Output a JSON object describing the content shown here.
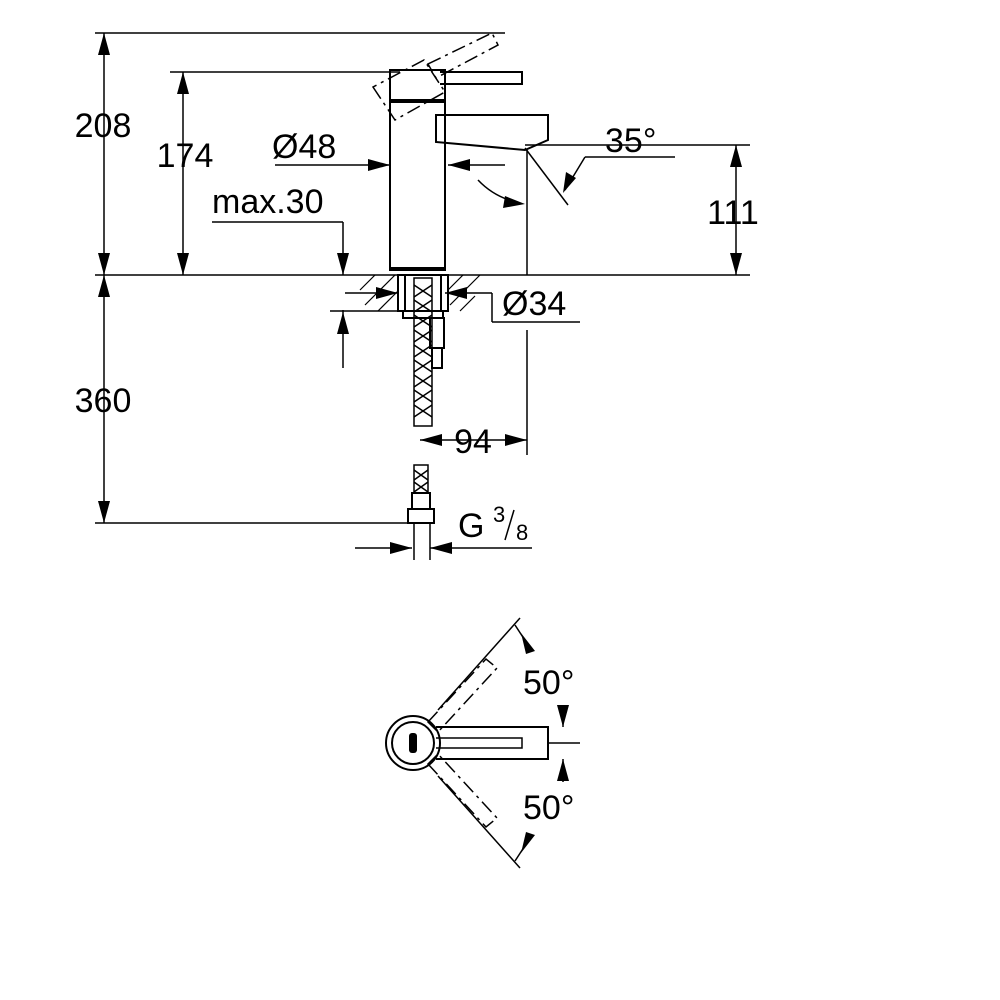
{
  "dimensions": {
    "total_height": "208",
    "body_height": "174",
    "body_diameter": "Ø48",
    "max_deck_thickness": "max.30",
    "spout_angle": "35°",
    "spout_height": "111",
    "hole_diameter": "Ø34",
    "hose_length": "360",
    "spout_reach": "94",
    "thread_prefix": "G",
    "thread_numerator": "3",
    "thread_denominator": "8",
    "swivel_angle_upper": "50°",
    "swivel_angle_lower": "50°"
  }
}
